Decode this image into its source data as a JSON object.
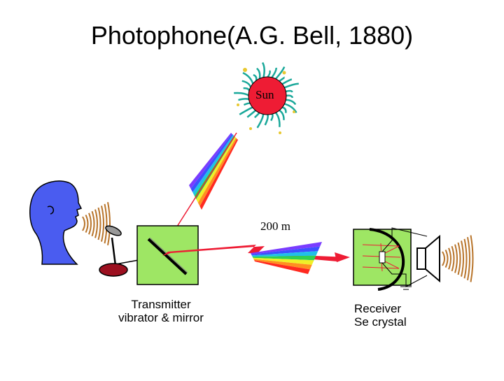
{
  "title": "Photophone(A.G. Bell, 1880)",
  "sun": {
    "label": "Sun"
  },
  "distance": {
    "label": "200 m"
  },
  "transmitter": {
    "line1": "Transmitter",
    "line2": "vibrator & mirror"
  },
  "receiver": {
    "line1": "Receiver",
    "line2": "Se crystal"
  },
  "colors": {
    "head": "#4a5cf0",
    "sun_body": "#ee1c34",
    "sun_rays": "#1aa89a",
    "box_fill": "#9ee664",
    "beam": "#ee1c34",
    "sound_waves": "#b8742a",
    "mic_base": "#9c1020"
  },
  "spectrum_colors": [
    "#7a3cff",
    "#3c50ff",
    "#20c0e8",
    "#30d050",
    "#f0f028",
    "#ff9020",
    "#ff2a20"
  ]
}
